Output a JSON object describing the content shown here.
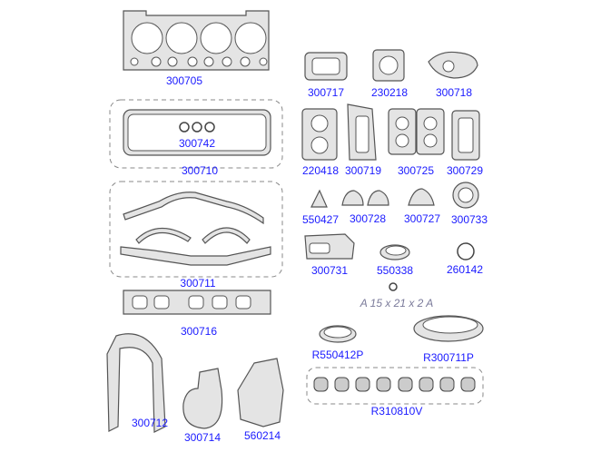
{
  "parts": {
    "p300705": "300705",
    "p300717": "300717",
    "p230218": "230218",
    "p300718": "300718",
    "p300742": "300742",
    "p300710": "300710",
    "p220418": "220418",
    "p300719": "300719",
    "p300725": "300725",
    "p300729": "300729",
    "p550427": "550427",
    "p300728": "300728",
    "p300727": "300727",
    "p300733": "300733",
    "p300711": "300711",
    "p300731": "300731",
    "p550338": "550338",
    "p260142": "260142",
    "p300716": "300716",
    "pR550412P": "R550412P",
    "pR300711P": "R300711P",
    "pR310810V": "R310810V",
    "p300712": "300712",
    "p300714": "300714",
    "p560214": "560214"
  },
  "notes": {
    "oring_size": "A 15 x 21 x 2 A"
  },
  "colors": {
    "label": "#1a1aff",
    "note": "#7a7a9a"
  }
}
